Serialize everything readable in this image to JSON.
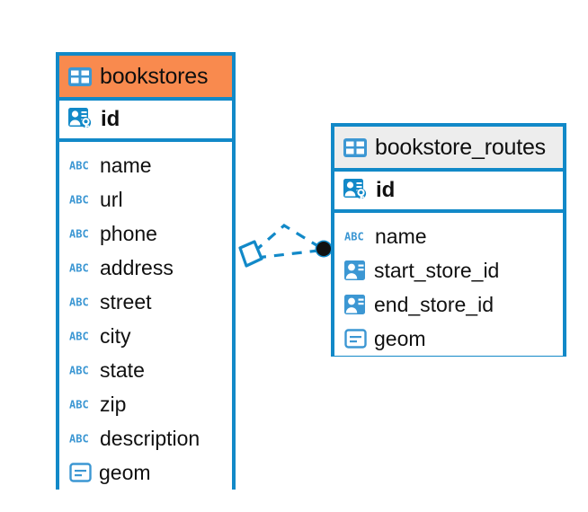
{
  "diagram": {
    "kind": "entity-relationship-diagram",
    "background_color": "#ffffff",
    "accent_color": "#1289C8",
    "highlight_color": "#F98A4E",
    "header_grey_color": "#EDEDED"
  },
  "entities": [
    {
      "name": "bookstores",
      "header_style": "orange",
      "table_icon": "table-icon",
      "primary_key": {
        "label": "id",
        "icon": "primary-key-icon"
      },
      "fields": [
        {
          "label": "name",
          "icon": "text-field-icon"
        },
        {
          "label": "url",
          "icon": "text-field-icon"
        },
        {
          "label": "phone",
          "icon": "text-field-icon"
        },
        {
          "label": "address",
          "icon": "text-field-icon"
        },
        {
          "label": "street",
          "icon": "text-field-icon"
        },
        {
          "label": "city",
          "icon": "text-field-icon"
        },
        {
          "label": "state",
          "icon": "text-field-icon"
        },
        {
          "label": "zip",
          "icon": "text-field-icon"
        },
        {
          "label": "description",
          "icon": "text-field-icon"
        },
        {
          "label": "geom",
          "icon": "geometry-field-icon"
        }
      ]
    },
    {
      "name": "bookstore_routes",
      "header_style": "grey",
      "table_icon": "table-icon",
      "primary_key": {
        "label": "id",
        "icon": "primary-key-icon"
      },
      "fields": [
        {
          "label": "name",
          "icon": "text-field-icon"
        },
        {
          "label": "start_store_id",
          "icon": "foreign-key-icon"
        },
        {
          "label": "end_store_id",
          "icon": "foreign-key-icon"
        },
        {
          "label": "geom",
          "icon": "geometry-field-icon"
        }
      ]
    }
  ],
  "relationship": {
    "source_marker": "diamond-marker",
    "target_marker": "filled-circle-marker",
    "line_style": "dashed",
    "line_color": "#1289C8",
    "target_marker_color": "#111111"
  }
}
